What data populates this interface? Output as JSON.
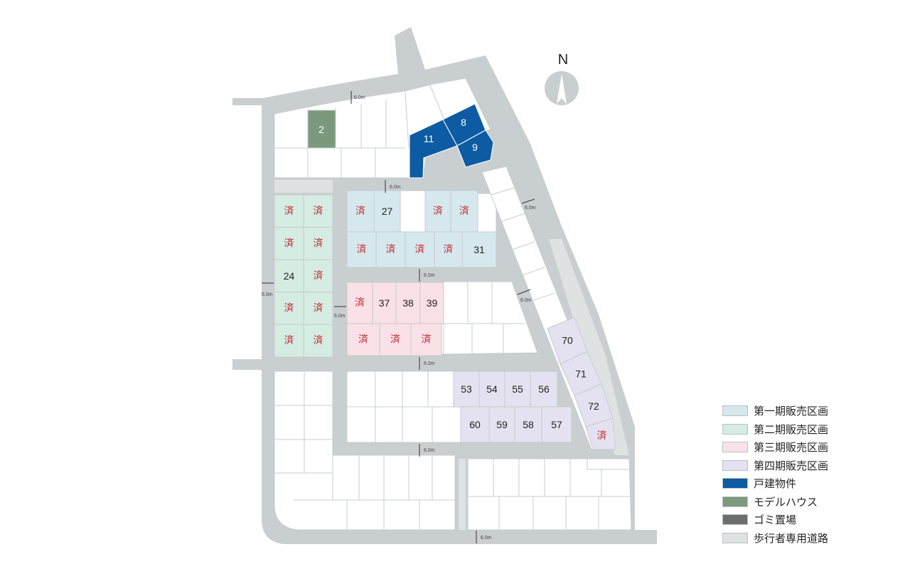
{
  "north_label": "N",
  "colors": {
    "road": "#c9ced0",
    "lot_border": "#c8cccd",
    "phase1": "#d6e8ee",
    "phase2": "#d5ece3",
    "phase3": "#f9e1e7",
    "phase4": "#e4e1f0",
    "detached": "#0d5ba2",
    "model_house": "#7b9a7d",
    "garbage": "#6d6d6d",
    "pedestrian": "#dfe2e2",
    "sold_text": "#c0282e"
  },
  "road_widths": [
    "6.0m",
    "6.0m",
    "6.0m",
    "6.0m",
    "6.0m",
    "6.0m",
    "6.0m",
    "6.0m",
    "6.0m"
  ],
  "lots": {
    "model_house": "2",
    "detached": [
      "11",
      "8",
      "9"
    ],
    "phase1_row1": [
      "済",
      "27",
      "",
      "済",
      "済"
    ],
    "phase1_row2": [
      "済",
      "済",
      "済",
      "済",
      "31"
    ],
    "phase2_left": [
      "済",
      "済",
      "24",
      "済",
      "済"
    ],
    "phase2_right": [
      "済",
      "済",
      "済",
      "済",
      "済"
    ],
    "phase3_row1": [
      "済",
      "37",
      "38",
      "39"
    ],
    "phase3_row2": [
      "済",
      "済",
      "済"
    ],
    "phase4_row1": [
      "53",
      "54",
      "55",
      "56"
    ],
    "phase4_row2": [
      "60",
      "59",
      "58",
      "57"
    ],
    "phase4_east": [
      "70",
      "71",
      "72",
      "済"
    ]
  },
  "legend": [
    {
      "label": "第一期販売区画",
      "color": "#d6e8ee"
    },
    {
      "label": "第二期販売区画",
      "color": "#d5ece3"
    },
    {
      "label": "第三期販売区画",
      "color": "#f9e1e7"
    },
    {
      "label": "第四期販売区画",
      "color": "#e4e1f0"
    },
    {
      "label": "戸建物件",
      "color": "#0d5ba2"
    },
    {
      "label": "モデルハウス",
      "color": "#7b9a7d"
    },
    {
      "label": "ゴミ置場",
      "color": "#6d6d6d"
    },
    {
      "label": "歩行者専用道路",
      "color": "#dfe2e2"
    }
  ]
}
